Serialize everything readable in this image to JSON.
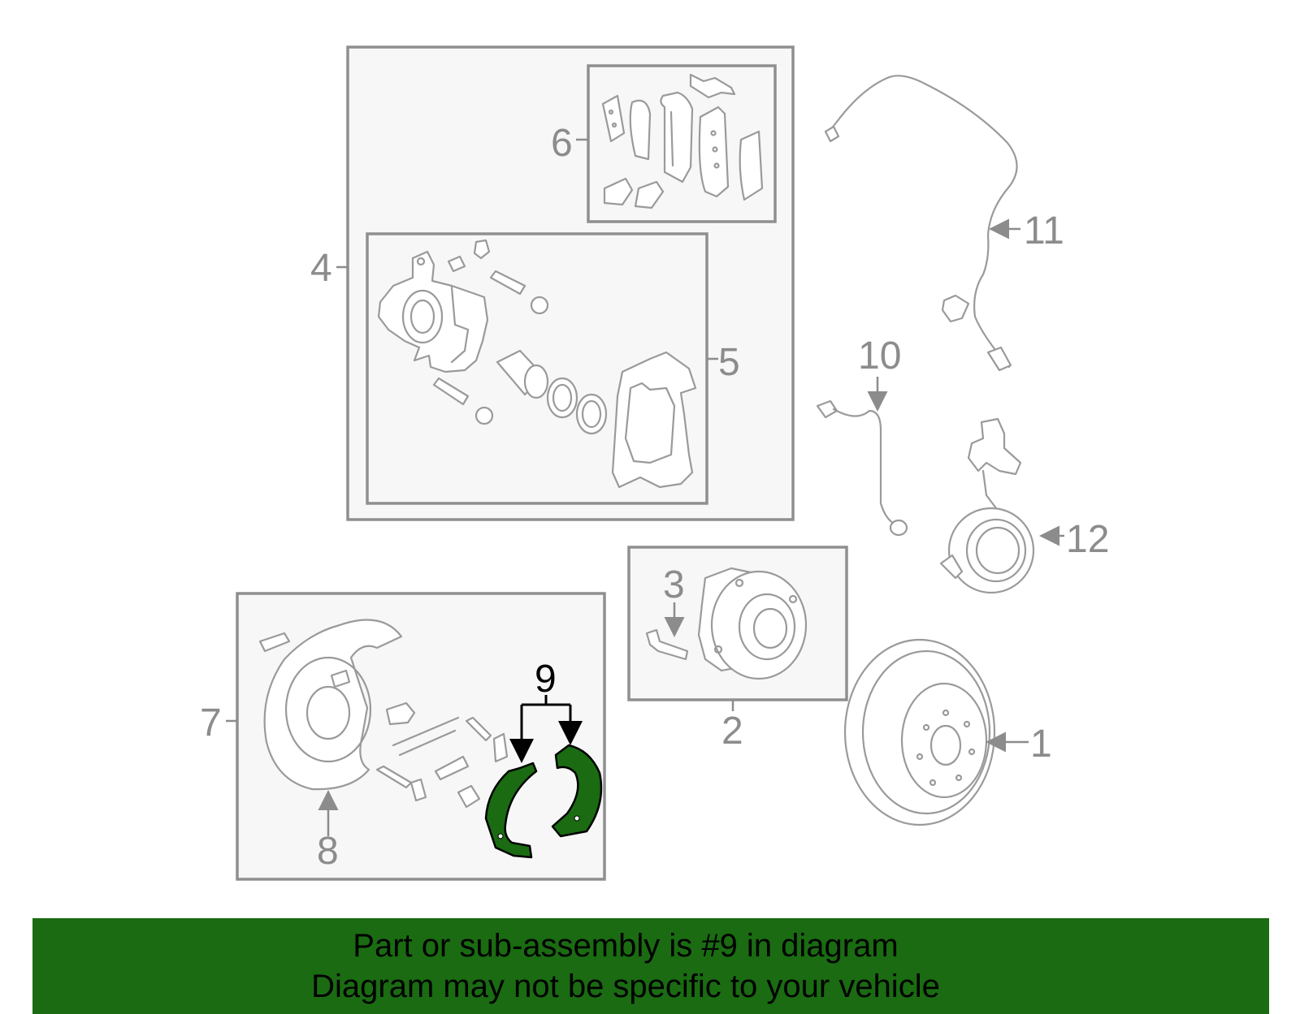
{
  "callouts": {
    "c1": "1",
    "c2": "2",
    "c3": "3",
    "c4": "4",
    "c5": "5",
    "c6": "6",
    "c7": "7",
    "c8": "8",
    "c9": "9",
    "c10": "10",
    "c11": "11",
    "c12": "12"
  },
  "highlighted_part": "9",
  "colors": {
    "highlight_fill": "#1a6b12",
    "banner_background": "#1a6b12",
    "box_fill": "#f7f7f7",
    "outline_gray": "#9a9a9a"
  },
  "banner": {
    "line1": "Part or sub-assembly is #9 in diagram",
    "line2": "Diagram may not be specific to your vehicle"
  }
}
